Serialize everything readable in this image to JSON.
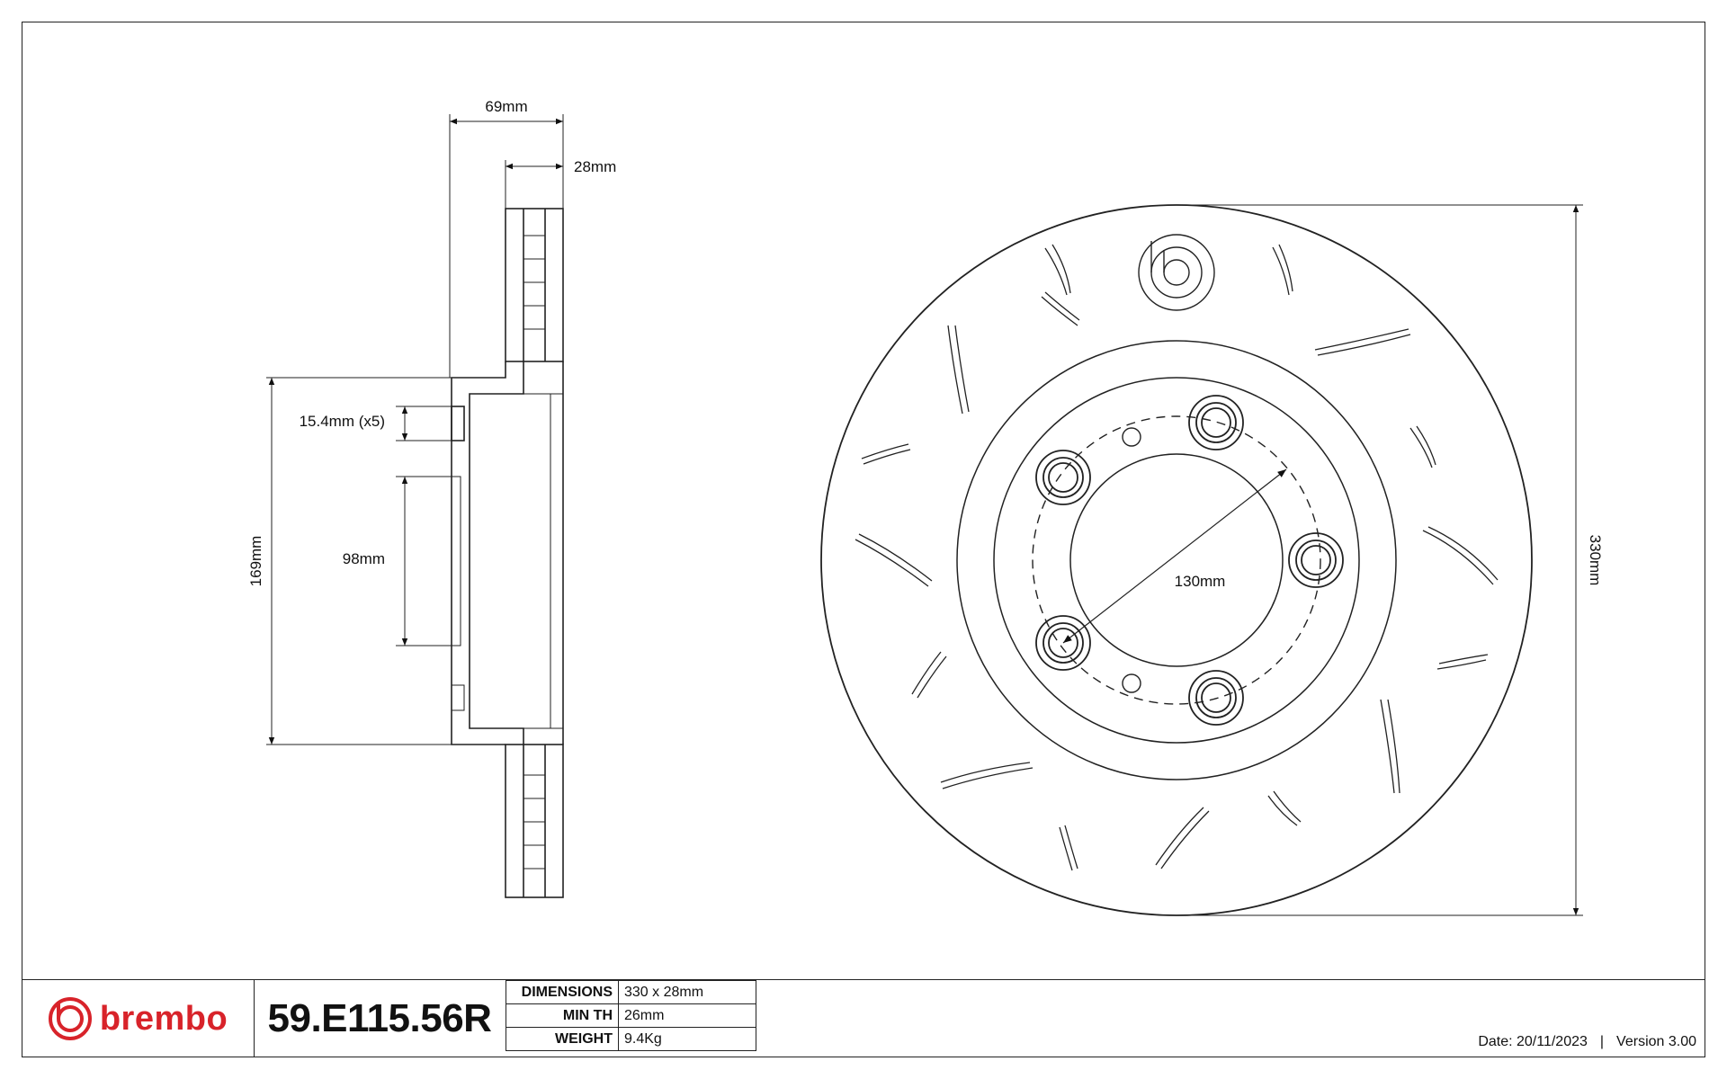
{
  "drawing": {
    "dim_width_total": "69mm",
    "dim_thickness": "28mm",
    "dim_hole_diameter": "15.4mm (x5)",
    "dim_center_bore": "98mm",
    "dim_hat_diameter": "169mm",
    "dim_pcd": "130mm",
    "dim_outer_diameter": "330mm"
  },
  "footer": {
    "brand": "brembo",
    "brand_color": "#d8232a",
    "part_number": "59.E115.56R",
    "specs": [
      {
        "label": "DIMENSIONS",
        "value": "330 x 28mm"
      },
      {
        "label": "MIN TH",
        "value": "26mm"
      },
      {
        "label": "WEIGHT",
        "value": "9.4Kg"
      }
    ],
    "date": "Date: 20/11/2023",
    "separator": "|",
    "version": "Version 3.00"
  }
}
